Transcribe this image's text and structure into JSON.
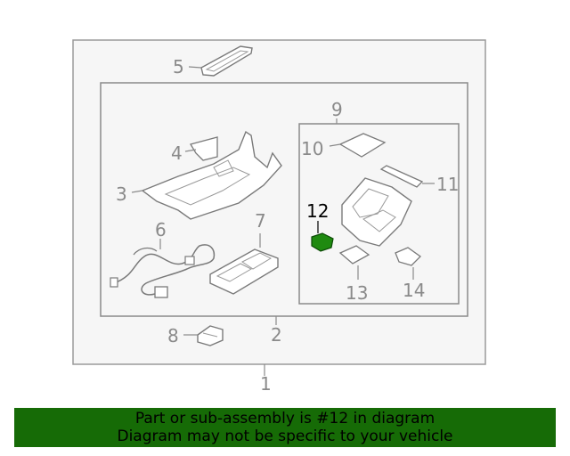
{
  "callouts": {
    "c1": "1",
    "c2": "2",
    "c3": "3",
    "c4": "4",
    "c5": "5",
    "c6": "6",
    "c7": "7",
    "c8": "8",
    "c9": "9",
    "c10": "10",
    "c11": "11",
    "c12": "12",
    "c13": "13",
    "c14": "14"
  },
  "banner": {
    "line1": "Part or sub-assembly is #12 in diagram",
    "line2": "Diagram may not be specific to your vehicle"
  },
  "colors": {
    "frame": "#9a9a9a",
    "line_art": "#7a7a7a",
    "highlight_part": "#1f8a10",
    "banner_bg": "#166b06"
  }
}
